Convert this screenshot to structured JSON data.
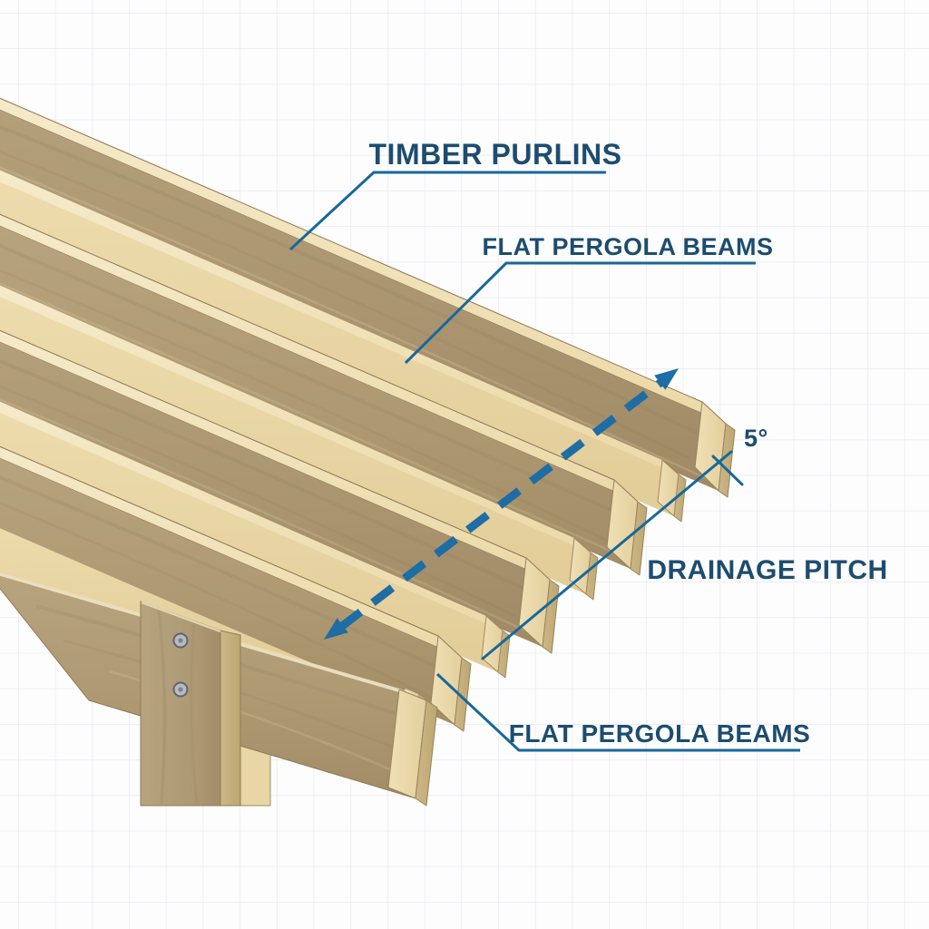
{
  "title": "Pergola roof drainage pitch diagram",
  "labels": {
    "timber_purlins": "TIMBER PURLINS",
    "flat_pergola_beams_top": "FLAT PERGOLA BEAMS",
    "pitch_angle": "5°",
    "drainage_pitch": "DRAINAGE PITCH",
    "flat_pergola_beams_bottom": "FLAT PERGOLA BEAMS"
  },
  "colors": {
    "label_text": "#1c4d70",
    "leader_line": "#17689b",
    "drainage_arrow": "#1e6da4",
    "grid_line": "#e8eaee",
    "background": "#fdfdfe",
    "wood_flank": "#ab9671",
    "wood_cream": "#ecd9a8",
    "wood_end_face": "#e9d6a6"
  },
  "structure": {
    "visible_purlin_ends": 4,
    "visible_gap_board_ends": 4,
    "screws_on_post": 2,
    "pitch_angle_value": "5°"
  }
}
